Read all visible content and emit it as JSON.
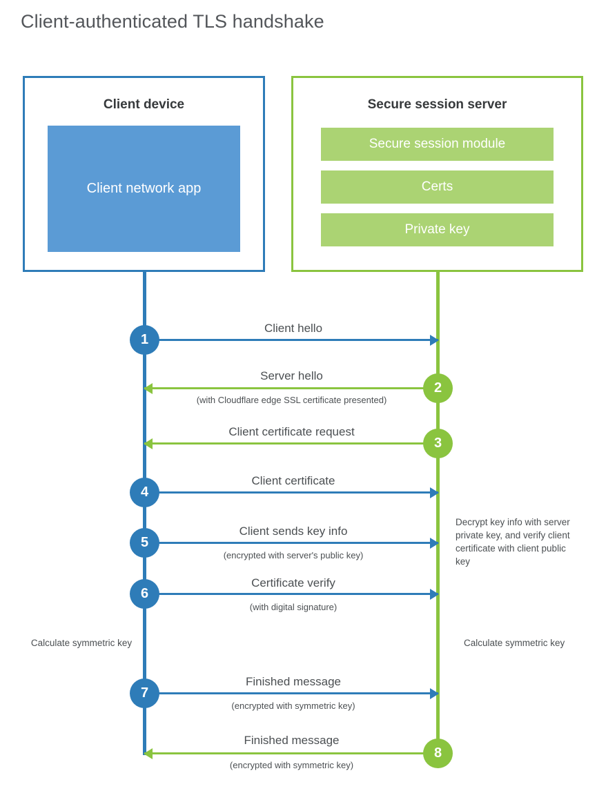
{
  "title": "Client-authenticated TLS handshake",
  "colors": {
    "client_accent": "#2e7cb8",
    "server_accent": "#8ac43f",
    "client_app_fill": "#5b9bd5",
    "server_bar_fill": "#abd373",
    "text": "#4b4f52",
    "background": "#ffffff"
  },
  "parties": {
    "client": {
      "title": "Client device",
      "app_label": "Client network app"
    },
    "server": {
      "title": "Secure session server",
      "modules": [
        {
          "label": "Secure session module"
        },
        {
          "label": "Certs"
        },
        {
          "label": "Private key"
        }
      ]
    }
  },
  "steps": [
    {
      "number": "1",
      "label": "Client hello",
      "sublabel": "",
      "direction": "client-to-server",
      "actor": "client"
    },
    {
      "number": "2",
      "label": "Server hello",
      "sublabel": "(with Cloudflare edge SSL certificate presented)",
      "direction": "server-to-client",
      "actor": "server"
    },
    {
      "number": "3",
      "label": "Client certificate request",
      "sublabel": "",
      "direction": "server-to-client",
      "actor": "server"
    },
    {
      "number": "4",
      "label": "Client certificate",
      "sublabel": "",
      "direction": "client-to-server",
      "actor": "client"
    },
    {
      "number": "5",
      "label": "Client sends key info",
      "sublabel": "(encrypted with server's public key)",
      "direction": "client-to-server",
      "actor": "client"
    },
    {
      "number": "6",
      "label": "Certificate verify",
      "sublabel": "(with digital signature)",
      "direction": "client-to-server",
      "actor": "client"
    },
    {
      "number": "7",
      "label": "Finished message",
      "sublabel": "(encrypted with symmetric key)",
      "direction": "client-to-server",
      "actor": "client"
    },
    {
      "number": "8",
      "label": "Finished message",
      "sublabel": "(encrypted with symmetric key)",
      "direction": "server-to-client",
      "actor": "server"
    }
  ],
  "notes": {
    "server_decrypt": "Decrypt key info with server private key, and verify client certificate with client public key",
    "client_calculate": "Calculate symmetric key",
    "server_calculate": "Calculate symmetric key"
  }
}
